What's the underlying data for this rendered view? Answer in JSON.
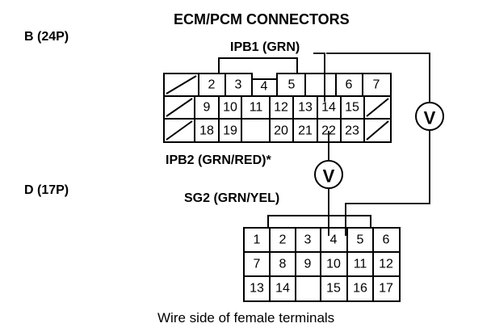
{
  "title": "ECM/PCM CONNECTORS",
  "connector_b": {
    "name": "B (24P)",
    "rows": [
      [
        "",
        "2",
        "3",
        "4",
        "5",
        "",
        "6",
        "7"
      ],
      [
        "",
        "9",
        "10",
        "11",
        "12",
        "13",
        "14",
        "15",
        ""
      ],
      [
        "",
        "18",
        "19",
        "",
        "20",
        "21",
        "22",
        "23",
        ""
      ]
    ]
  },
  "connector_d": {
    "name": "D (17P)",
    "rows": [
      [
        "1",
        "2",
        "3",
        "4",
        "5",
        "6"
      ],
      [
        "7",
        "8",
        "9",
        "10",
        "11",
        "12"
      ],
      [
        "13",
        "14",
        "",
        "15",
        "16",
        "17"
      ]
    ]
  },
  "labels": {
    "ipb1": "IPB1 (GRN)",
    "ipb2": "IPB2 (GRN/RED)*",
    "sg2": "SG2 (GRN/YEL)",
    "caption": "Wire side of female terminals"
  },
  "meter_symbol": "V"
}
